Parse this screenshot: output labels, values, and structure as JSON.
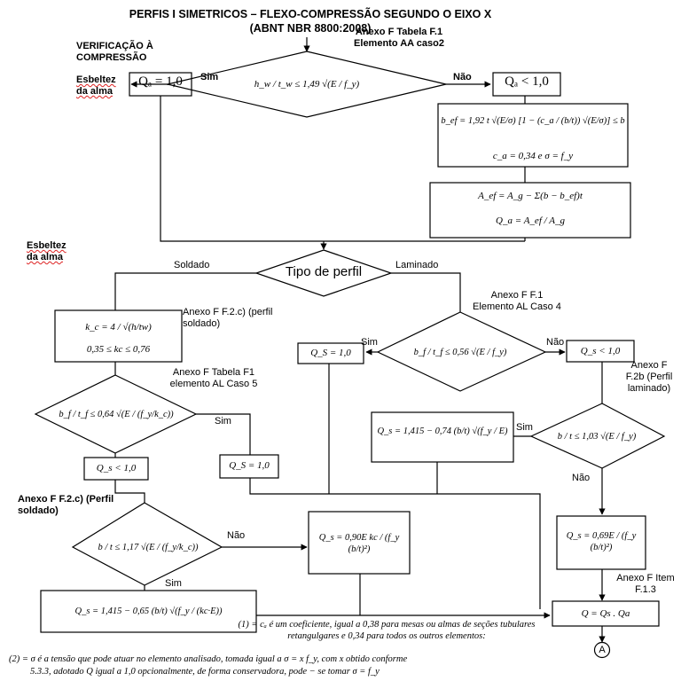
{
  "title": "PERFIS I SIMETRICOS – FLEXO-COMPRESSÃO SEGUNDO O EIXO X (ABNT NBR 8800:2008)",
  "annotations": {
    "verificacao": "VERIFICAÇÃO À COMPRESSÃO",
    "esbeltez_top": "Esbeltez da alma",
    "esbeltez_mid": "Esbeltez da alma",
    "anexo_f_aa": "Anexo F Tabela F.1 Elemento AA caso2",
    "anexo_f_al4": "Anexo F F.1 Elemento AL Caso 4",
    "anexo_f_f2c": "Anexo F F.2.c) (perfil soldado)",
    "anexo_f_al5": "Anexo F Tabela F1 elemento AL Caso 5",
    "anexo_f_f2b": "Anexo F F.2b (Perfil laminado)",
    "anexo_f_f2c_bold": "Anexo F F.2.c) (Perfil soldado)",
    "anexo_f_item": "Anexo F Item F.1.3"
  },
  "edges": {
    "sim1": "Sim",
    "nao1": "Não",
    "soldado": "Soldado",
    "laminado": "Laminado",
    "sim2": "Sim",
    "nao2": "Não",
    "sim3": "Sim",
    "sim4": "Sim",
    "nao4": "Não",
    "nao5": "Não",
    "sim5": "Sim"
  },
  "nodes": {
    "d1": "h_w / t_w ≤ 1,49 √(E / f_y)",
    "qa1": "Qₐ = 1,0",
    "qa_lt": "Qₐ < 1,0",
    "bef_1": "b_ef = 1,92 t √(E/σ) [1 − (c_a / (b/t)) √(E/σ)] ≤ b",
    "bef_2": "c_a = 0,34    e σ = f_y",
    "aef_1": "A_ef = A_g − Σ(b − b_ef)t",
    "aef_2": "Q_a = A_ef / A_g",
    "tipo": "Tipo de perfil",
    "kc_1": "k_c = 4 / √(h/tw)",
    "kc_2": "0,35 ≤ kc ≤ 0,76",
    "d_sold": "b_f / t_f ≤ 0,64 √(E / (f_y/k_c))",
    "d_lam": "b_f / t_f ≤ 0,56 √(E / f_y)",
    "qs1_lam": "Q_S = 1,0",
    "qs_lt_lam": "Q_s < 1,0",
    "qs_lt_sold": "Q_s < 1,0",
    "qs1_sold": "Q_S = 1,0",
    "d_lam2": "b / t ≤ 1,03 √(E / f_y)",
    "qs_lam_formula": "Q_s = 1,415 − 0,74 (b/t) √(f_y / E)",
    "qs_lam_069": "Q_s = 0,69E / (f_y (b/t)²)",
    "d_sold2": "b / t ≤ 1,17 √(E / (f_y/k_c))",
    "qs_sold_090": "Q_s = 0,90E kc / (f_y (b/t)²)",
    "qs_sold_formula": "Q_s = 1,415 − 0,65 (b/t) √(f_y / (kc·E))",
    "q_final": "Q = Qs . Qa",
    "connector": "A"
  },
  "notes": {
    "note1": "(1) = cₐ é um coeficiente, igual a 0,38 para mesas ou almas de seções tubulares retangulgares e 0,34 para todos os outros elementos:",
    "note2_line1": "(2) = σ é a tensão que pode atuar no elemento analisado, tomada igual a σ = x f_y, com x obtido conforme",
    "note2_line2": "5.3.3, adotado Q igual a 1,0 opcionalmente, de forma conservadora, pode − se tomar σ = f_y"
  }
}
